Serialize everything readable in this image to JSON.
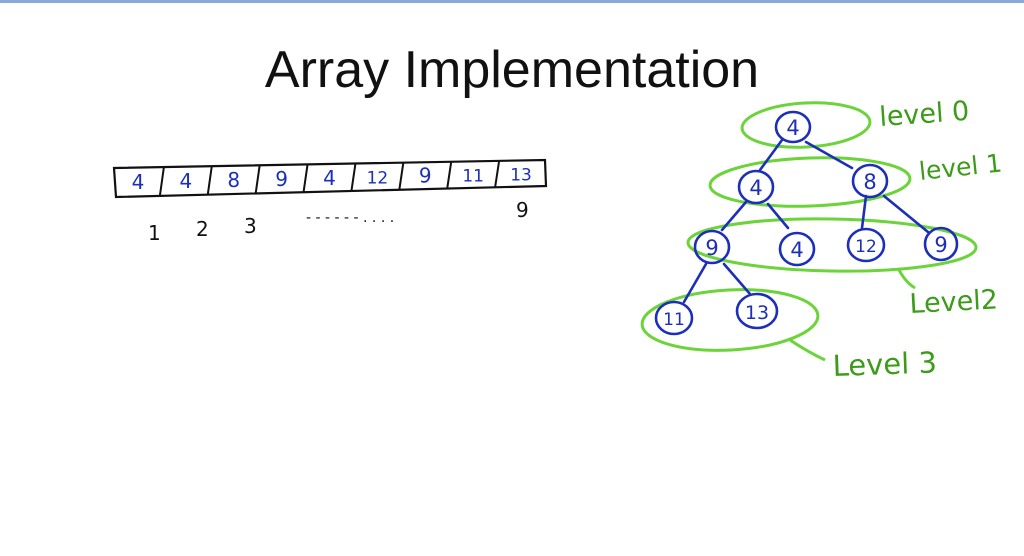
{
  "slide": {
    "title": "Array Implementation"
  },
  "array": {
    "cells": [
      "4",
      "4",
      "8",
      "9",
      "4",
      "12",
      "9",
      "11",
      "13"
    ],
    "index_labels": [
      "1",
      "2",
      "3",
      "9"
    ],
    "ellipsis": "- - - - - - . . . ."
  },
  "tree": {
    "nodes": [
      "4",
      "4",
      "8",
      "9",
      "4",
      "12",
      "9",
      "11",
      "13"
    ],
    "level_labels": [
      "level 0",
      "level 1",
      "Level2",
      "Level 3"
    ]
  },
  "colors": {
    "ink_blue": "#1c2fb8",
    "ink_green": "#6cd43a",
    "ink_black": "#111111"
  }
}
